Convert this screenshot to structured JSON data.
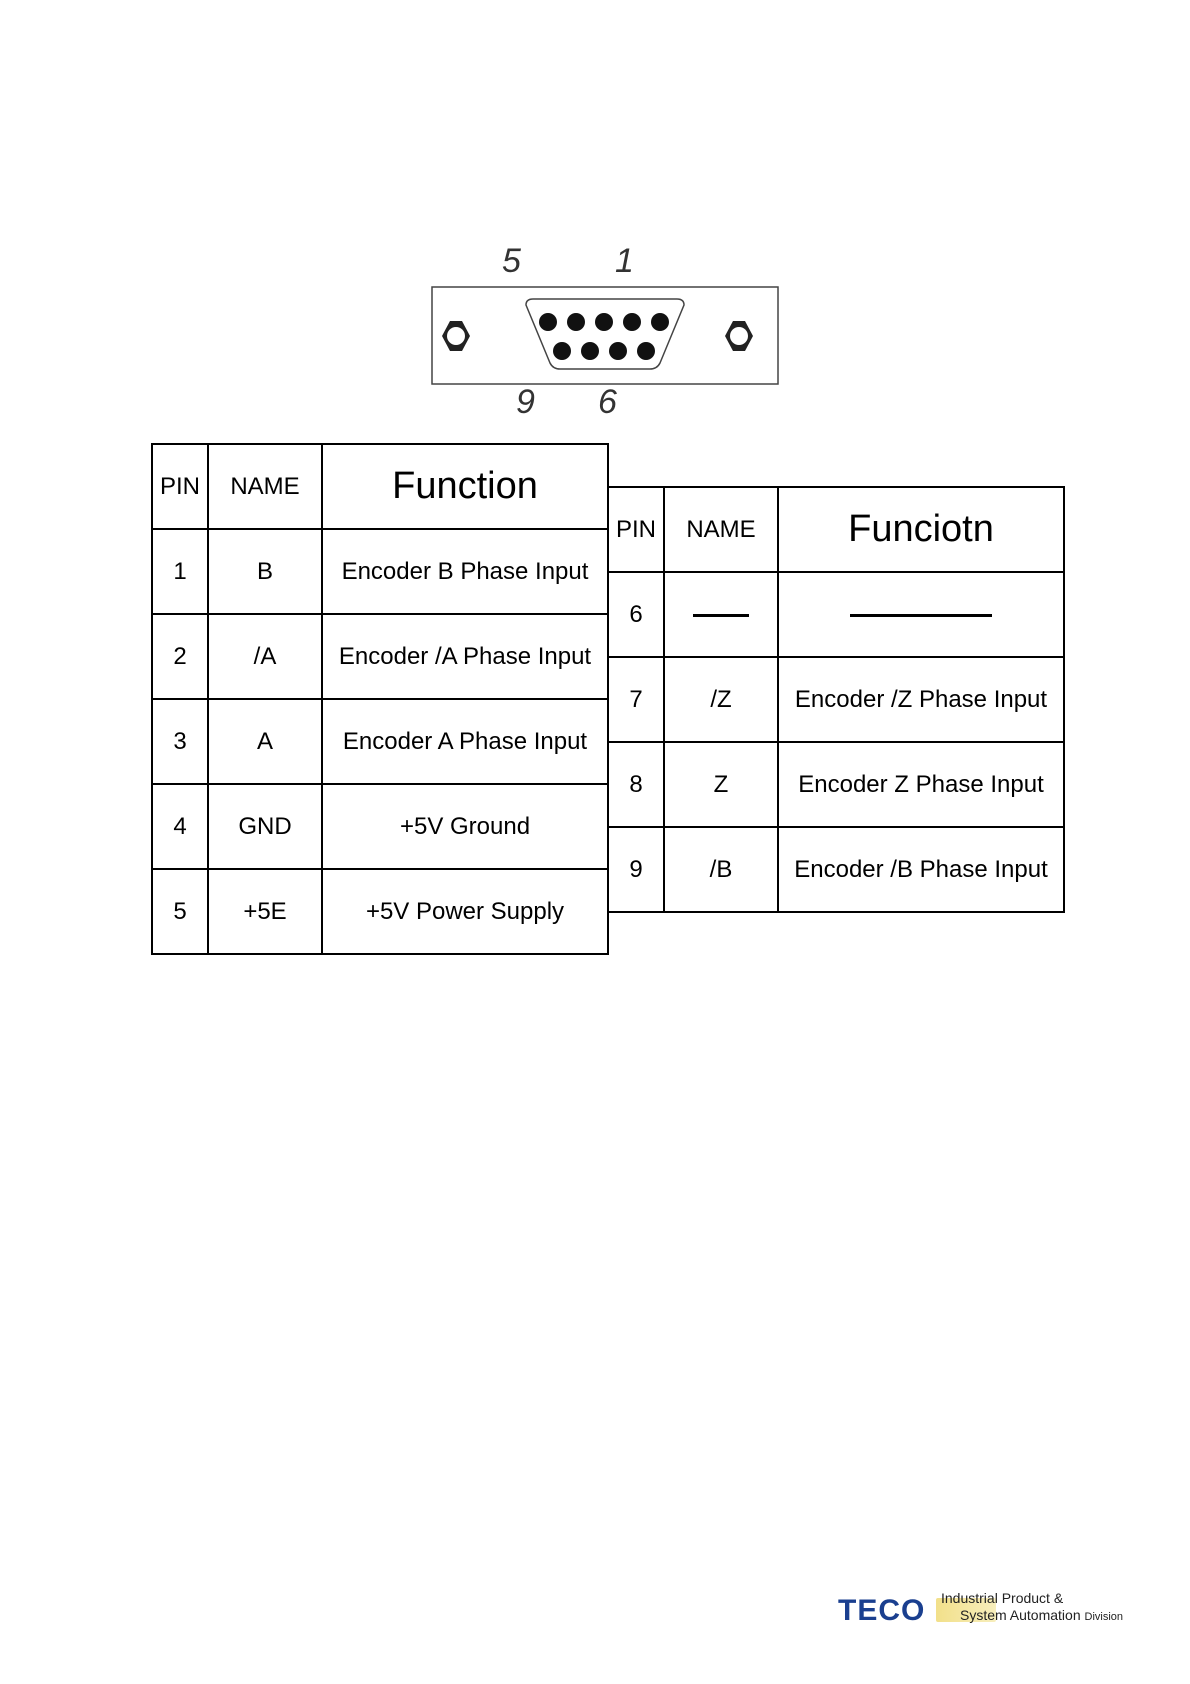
{
  "connector": {
    "labels": {
      "top_left": "5",
      "top_right": "1",
      "bottom_left": "9",
      "bottom_right": "6"
    }
  },
  "table_left": {
    "headers": {
      "pin": "PIN",
      "name": "NAME",
      "function": "Function"
    },
    "rows": [
      {
        "pin": "1",
        "name": "B",
        "function": "Encoder B Phase Input"
      },
      {
        "pin": "2",
        "name": "/A",
        "function": "Encoder /A Phase Input"
      },
      {
        "pin": "3",
        "name": "A",
        "function": "Encoder A Phase Input"
      },
      {
        "pin": "4",
        "name": "GND",
        "function": "+5V Ground"
      },
      {
        "pin": "5",
        "name": "+5E",
        "function": "+5V Power Supply"
      }
    ]
  },
  "table_right": {
    "headers": {
      "pin": "PIN",
      "name": "NAME",
      "function": "Funciotn"
    },
    "rows": [
      {
        "pin": "6",
        "name": "",
        "function": ""
      },
      {
        "pin": "7",
        "name": "/Z",
        "function": "Encoder /Z Phase Input"
      },
      {
        "pin": "8",
        "name": "Z",
        "function": "Encoder Z Phase Input"
      },
      {
        "pin": "9",
        "name": "/B",
        "function": "Encoder /B Phase Input"
      }
    ]
  },
  "footer": {
    "brand": "TECO",
    "division_line1": "Industrial Product &",
    "division_line2": "System Automation",
    "division_line2_suffix": "Division"
  }
}
